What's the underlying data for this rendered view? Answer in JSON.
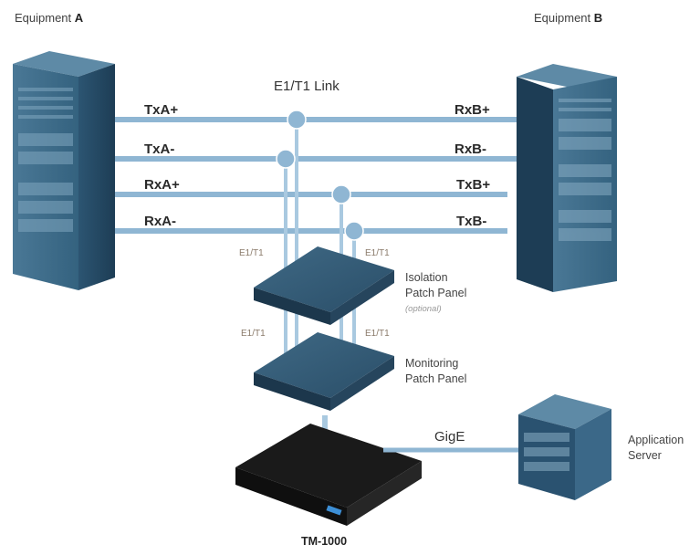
{
  "equipment_a": {
    "prefix": "Equipment",
    "letter": "A"
  },
  "equipment_b": {
    "prefix": "Equipment",
    "letter": "B"
  },
  "link_title": "E1/T1 Link",
  "signals_left": [
    "TxA+",
    "TxA-",
    "RxA+",
    "RxA-"
  ],
  "signals_right": [
    "RxB+",
    "RxB-",
    "TxB+",
    "TxB-"
  ],
  "tap_labels": {
    "e1t1": "E1/T1"
  },
  "isolation_panel": {
    "line1": "Isolation",
    "line2": "Patch Panel",
    "note": "(optional)"
  },
  "monitoring_panel": {
    "line1": "Monitoring",
    "line2": "Patch Panel"
  },
  "appliance": {
    "name": "TM-1000"
  },
  "network_link": "GigE",
  "server": {
    "line1": "Application",
    "line2": "Server"
  },
  "colors": {
    "line": "#6a9ec4",
    "line_light": "#a9c9e0",
    "rack_dark": "#1f3f56",
    "rack_mid": "#2f5a78",
    "panel": "#23415a"
  }
}
